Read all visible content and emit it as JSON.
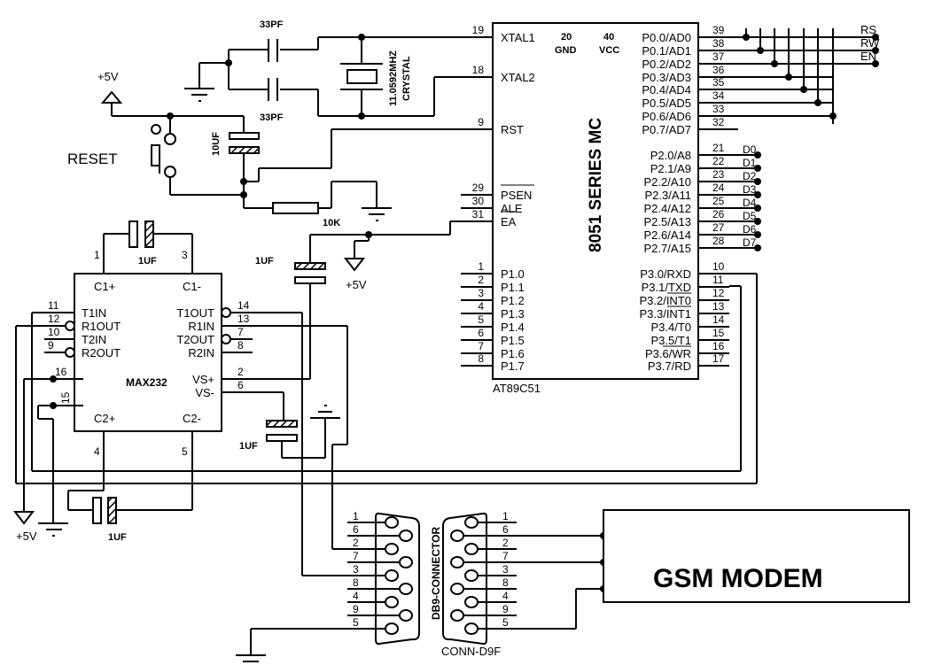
{
  "title": "GSM Modem interface with 8051 microcontroller via MAX232",
  "mcu": {
    "name": "8051 SERIES MC",
    "part": "AT89C51",
    "power_pins": [
      {
        "num": "20",
        "label": "GND"
      },
      {
        "num": "40",
        "label": "VCC"
      }
    ],
    "left_pins": [
      {
        "num": "19",
        "label": "XTAL1"
      },
      {
        "num": "18",
        "label": "XTAL2"
      },
      {
        "num": "9",
        "label": "RST"
      },
      {
        "num": "29",
        "label": "PSEN"
      },
      {
        "num": "30",
        "label": "ALE"
      },
      {
        "num": "31",
        "label": "EA"
      },
      {
        "num": "1",
        "label": "P1.0"
      },
      {
        "num": "2",
        "label": "P1.1"
      },
      {
        "num": "3",
        "label": "P1.2"
      },
      {
        "num": "4",
        "label": "P1.3"
      },
      {
        "num": "5",
        "label": "P1.4"
      },
      {
        "num": "6",
        "label": "P1.5"
      },
      {
        "num": "7",
        "label": "P1.6"
      },
      {
        "num": "8",
        "label": "P1.7"
      }
    ],
    "port0": [
      {
        "num": "39",
        "label": "P0.0/AD0"
      },
      {
        "num": "38",
        "label": "P0.1/AD1"
      },
      {
        "num": "37",
        "label": "P0.2/AD2"
      },
      {
        "num": "36",
        "label": "P0.3/AD3"
      },
      {
        "num": "35",
        "label": "P0.4/AD4"
      },
      {
        "num": "34",
        "label": "P0.5/AD5"
      },
      {
        "num": "33",
        "label": "P0.6/AD6"
      },
      {
        "num": "32",
        "label": "P0.7/AD7"
      }
    ],
    "port2": [
      {
        "num": "21",
        "label": "P2.0/A8",
        "net": "D0"
      },
      {
        "num": "22",
        "label": "P2.1/A9",
        "net": "D1"
      },
      {
        "num": "23",
        "label": "P2.2/A10",
        "net": "D2"
      },
      {
        "num": "24",
        "label": "P2.3/A11",
        "net": "D3"
      },
      {
        "num": "25",
        "label": "P2.4/A12",
        "net": "D4"
      },
      {
        "num": "26",
        "label": "P2.5/A13",
        "net": "D5"
      },
      {
        "num": "27",
        "label": "P2.6/A14",
        "net": "D6"
      },
      {
        "num": "28",
        "label": "P2.7/A15",
        "net": "D7"
      }
    ],
    "port3": [
      {
        "num": "10",
        "label": "P3.0/RXD"
      },
      {
        "num": "11",
        "label": "P3.1/TXD"
      },
      {
        "num": "12",
        "label": "P3.2/INT0"
      },
      {
        "num": "13",
        "label": "P3.3/INT1"
      },
      {
        "num": "14",
        "label": "P3.4/T0"
      },
      {
        "num": "15",
        "label": "P3.5/T1"
      },
      {
        "num": "16",
        "label": "P3.6/WR"
      },
      {
        "num": "17",
        "label": "P3.7/RD"
      }
    ],
    "lcd_nets": [
      "RS",
      "RW",
      "EN"
    ]
  },
  "max232": {
    "name": "MAX232",
    "top_pins": [
      {
        "num": "1",
        "label": "C1+"
      },
      {
        "num": "3",
        "label": "C1-"
      }
    ],
    "bottom_pins": [
      {
        "num": "4",
        "label": "C2+"
      },
      {
        "num": "5",
        "label": "C2-"
      }
    ],
    "left_pins": [
      {
        "num": "11",
        "label": "T1IN"
      },
      {
        "num": "12",
        "label": "R1OUT"
      },
      {
        "num": "10",
        "label": "T2IN"
      },
      {
        "num": "9",
        "label": "R2OUT"
      },
      {
        "num": "16",
        "label": ""
      },
      {
        "num": "15",
        "label": ""
      }
    ],
    "right_pins": [
      {
        "num": "14",
        "label": "T1OUT"
      },
      {
        "num": "13",
        "label": "R1IN"
      },
      {
        "num": "7",
        "label": "T2OUT"
      },
      {
        "num": "8",
        "label": "R2IN"
      },
      {
        "num": "2",
        "label": "VS+"
      },
      {
        "num": "6",
        "label": "VS-"
      }
    ]
  },
  "components": {
    "cap_33pf_top": "33PF",
    "cap_33pf_bottom": "33PF",
    "crystal_freq": "11.0592MHZ",
    "crystal_label": "CRYSTAL",
    "reset_label": "RESET",
    "cap_10uf": "10UF",
    "resistor_10k": "10K",
    "cap_c1": "1UF",
    "cap_c2": "1UF",
    "cap_vs_plus": "1UF",
    "cap_vs_minus": "1UF"
  },
  "power": {
    "vcc_label": "+5V",
    "gnd_label": "-"
  },
  "db9": {
    "pin_order": [
      "1",
      "6",
      "2",
      "7",
      "3",
      "8",
      "4",
      "9",
      "5"
    ],
    "title": "DB9-CONNECTOR",
    "part": "CONN-D9F"
  },
  "gsm": {
    "label": "GSM MODEM"
  }
}
